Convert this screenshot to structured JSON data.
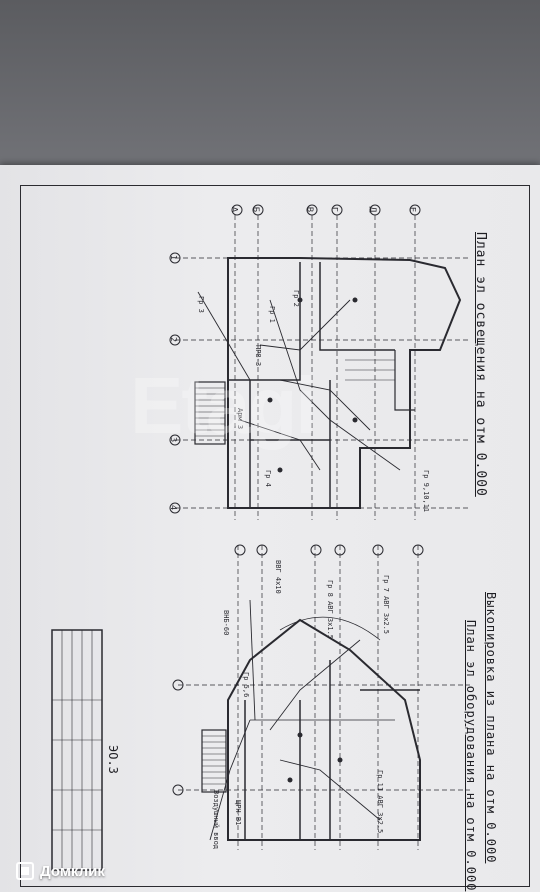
{
  "document": {
    "title_lighting": "План эл освещения на отм 0.000",
    "title_outlet": "Выкопировка из плана на отм 0.000",
    "title_equipment": "План эл оборудования на отм 0.000",
    "sheet_number": "ЭО.3"
  },
  "labels": {
    "plan_top": [
      "Гр 3",
      "Гр 2",
      "Гр 1",
      "Гр 9,10,11",
      "Гр 4",
      "ПР8-3",
      "Арм 3"
    ],
    "plan_bottom": [
      "Гр 5,6",
      "Гр 8 АВГ 3x1.5",
      "Гр 7 АВГ 3x2.5",
      "ЩРН-В1",
      "Воздушный ввод",
      "ВВГ 4x10",
      "ВНБ-60",
      "Гр 11 АВГ 3x2.5"
    ],
    "axes": [
      "А",
      "Б",
      "В",
      "Г",
      "Д",
      "Е",
      "1",
      "2",
      "3",
      "4"
    ]
  },
  "watermark": "Etagi",
  "brand": {
    "name": "Домклик",
    "color": "#ffffff"
  }
}
